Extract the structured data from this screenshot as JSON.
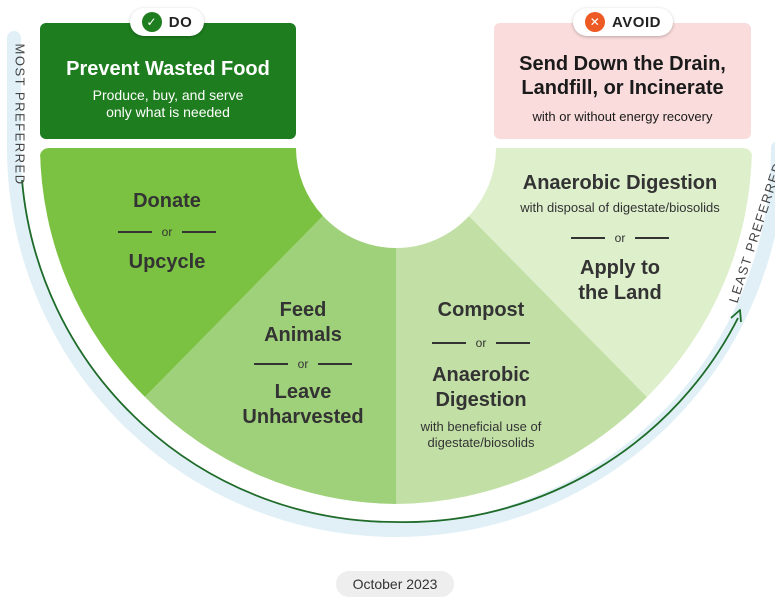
{
  "do_label": "DO",
  "avoid_label": "AVOID",
  "prevent": {
    "title": "Prevent Wasted Food",
    "subtitle": "Produce, buy, and serve only what is needed"
  },
  "avoid_card": {
    "title": "Send Down the Drain, Landfill, or Incinerate",
    "subtitle": "with or without energy recovery"
  },
  "wedges": {
    "w1": {
      "top": "Donate",
      "or": "or",
      "bottom": "Upcycle"
    },
    "w2": {
      "top": "Feed Animals",
      "or": "or",
      "bottom": "Leave Unharvested"
    },
    "w3": {
      "top": "Compost",
      "or": "or",
      "bottom": "Anaerobic Digestion",
      "note": "with beneficial use of digestate/biosolids"
    },
    "w4": {
      "top": "Anaerobic Digestion",
      "note": "with disposal of digestate/biosolids",
      "or": "or",
      "bottom": "Apply to the Land"
    }
  },
  "most_preferred": "MOST PREFERRED",
  "least_preferred": "LEAST PREFERRED",
  "date": "October 2023",
  "colors": {
    "do_green": "#1e7d1e",
    "avoid_pink": "#fadcdc",
    "wedge_1": "#7cc242",
    "wedge_2": "#9fd07a",
    "wedge_3": "#c2e0a6",
    "wedge_4": "#deefcc",
    "arrow_green": "#1e6b2a",
    "track_blue": "#e0f0f6",
    "check_green": "#1e7d1e",
    "x_orange": "#ee5a24"
  },
  "icons": {
    "do": "check-circle-icon",
    "avoid": "x-circle-icon"
  }
}
